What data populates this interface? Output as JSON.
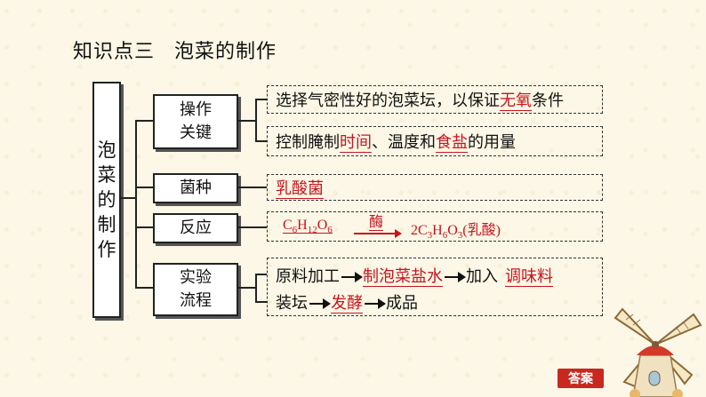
{
  "title": {
    "part1": "知识点三",
    "part2": "泡菜的制作"
  },
  "main_label": [
    "泡",
    "菜",
    "的",
    "制",
    "作"
  ],
  "categories": {
    "op_key": [
      "操作",
      "关键"
    ],
    "strain": "菌种",
    "reaction": "反应",
    "process": [
      "实验",
      "流程"
    ]
  },
  "op_key": {
    "line1_prefix": "选择气密性好的泡菜坛，以保证",
    "line1_blank": "无氧",
    "line1_suffix": "条件",
    "line2_prefix": "控制腌制",
    "line2_blank1": "时间",
    "line2_mid": "、温度和",
    "line2_blank2": "食盐",
    "line2_suffix": "的用量"
  },
  "strain": {
    "blank": "乳酸菌"
  },
  "reaction": {
    "reactant_c": "C",
    "reactant_c_sub": "6",
    "reactant_h": "H",
    "reactant_h_sub": "12",
    "reactant_o": "O",
    "reactant_o_sub": "6",
    "enzyme": "酶",
    "product_coef": "2C",
    "product_c_sub": "3",
    "product_h": "H",
    "product_h_sub": "6",
    "product_o": "O",
    "product_o_sub": "3",
    "product_note": "(乳酸)"
  },
  "process": {
    "step1": "原料加工",
    "step2": "制泡菜盐水",
    "step3": "加入",
    "step4": "调味料",
    "step5": "装坛",
    "step6": "发酵",
    "step7": "成品"
  },
  "answer_button": "答案",
  "colors": {
    "answer_red": "#c8141e",
    "button_red": "#c8281e",
    "background": "#fcf7e6"
  }
}
